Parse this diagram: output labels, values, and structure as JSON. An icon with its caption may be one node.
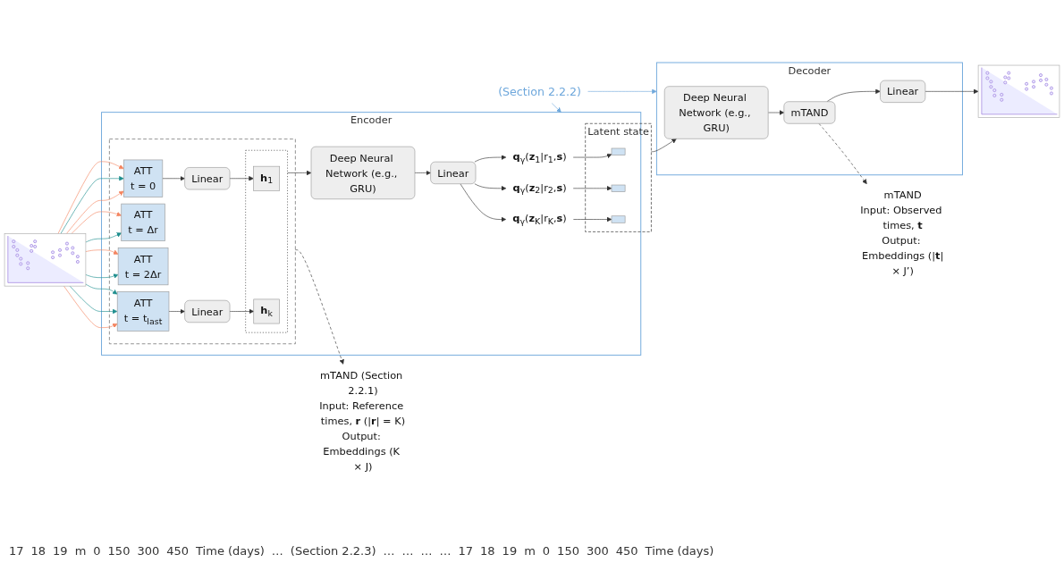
{
  "diagram": {
    "nodes": [
      {
        "text": [],
        "shape": "picture"
      },
      {
        "text": [
          "Encoder"
        ]
      },
      {
        "text": [],
        "shape": "box",
        "in": 1
      },
      {
        "text": [
          "ATT",
          "t = 0"
        ],
        "in": 2
      },
      {
        "text": [
          "ATT",
          "t = Δr"
        ],
        "in": 2
      },
      {
        "text": [
          "ATT",
          "t = 2Δr"
        ],
        "in": 2
      },
      {
        "text": [
          "ATT",
          "t = t$_{last}$"
        ],
        "in": 2
      },
      {
        "text": [
          "Linear"
        ],
        "in": 2
      },
      {
        "text": [
          "Linear"
        ],
        "in": 2
      },
      {
        "text": [],
        "shape": "box",
        "in": 2
      },
      {
        "text": [
          "**h**$_{1}$"
        ],
        "in": 9
      },
      {
        "text": [
          "**h**$_{k}$"
        ],
        "in": 9
      },
      {
        "text": [
          "Deep Neural Network (e.g., GRU)"
        ],
        "in": 1
      },
      {
        "text": [
          "Linear"
        ],
        "in": 1
      },
      {
        "text": [
          "**q**$_{γ}$(**z**$_{1}$|r$_{1}$,**s**)"
        ],
        "in": 1
      },
      {
        "text": [
          "**q**$_{γ}$(**z**$_{2}$|r$_{2}$,**s**)"
        ],
        "in": 1
      },
      {
        "text": [
          "**q**$_{γ}$(**z**$_{K}$|r$_{K}$,**s**)"
        ],
        "in": 1
      },
      {
        "text": [
          "Latent state"
        ],
        "in": 1
      },
      {
        "text": [],
        "shape": "box",
        "in": 17
      },
      {
        "text": [],
        "shape": "box",
        "in": 17
      },
      {
        "text": [],
        "shape": "box",
        "in": 17
      },
      {
        "text": [
          "mTAND (Section 2.2.1)",
          "Input: Reference times, **r** (|**r**| = K)",
          "Output: Embeddings (K × J)"
        ]
      },
      {
        "text": [
          "Decoder"
        ]
      },
      {
        "text": [
          "Deep Neural Network (e.g., GRU)"
        ],
        "in": 22
      },
      {
        "text": [
          "mTAND"
        ],
        "in": 22
      },
      {
        "text": [
          "Linear"
        ],
        "in": 22
      },
      {
        "text": [
          "mTAND",
          "Input: Observed times, **t**",
          "Output: Embeddings (|**t**|× J’)"
        ]
      },
      {
        "text": [],
        "shape": "picture"
      },
      {
        "text": [
          "(Section 2.2.2)"
        ]
      }
    ],
    "edges": [
      {
        "from": 0,
        "to": 3,
        "arrow": "to",
        "color": "#f4845f"
      },
      {
        "from": 0,
        "to": 3,
        "arrow": "to",
        "color": "#1f8f8f"
      },
      {
        "from": 0,
        "to": 3,
        "arrow": "to",
        "color": "#f4845f"
      },
      {
        "from": 0,
        "to": 4,
        "arrow": "to",
        "color": "#1f8f8f"
      },
      {
        "from": 0,
        "to": 4,
        "arrow": "to",
        "color": "#f4845f"
      },
      {
        "from": 0,
        "to": 5,
        "arrow": "to",
        "color": "#1f8f8f"
      },
      {
        "from": 0,
        "to": 5,
        "arrow": "to",
        "color": "#f4845f"
      },
      {
        "from": 0,
        "to": 6,
        "arrow": "to",
        "color": "#f4845f"
      },
      {
        "from": 0,
        "to": 6,
        "arrow": "to",
        "color": "#1f8f8f"
      },
      {
        "from": 0,
        "to": 6,
        "arrow": "to",
        "color": "#1f8f8f"
      },
      {
        "from": 3,
        "to": 7,
        "arrow": "to"
      },
      {
        "from": 6,
        "to": 8,
        "arrow": "to"
      },
      {
        "from": 7,
        "to": 10,
        "arrow": "to"
      },
      {
        "from": 8,
        "to": 11,
        "arrow": "to"
      },
      {
        "from": 9,
        "to": 12,
        "arrow": "to"
      },
      {
        "from": 12,
        "to": 13,
        "arrow": "to"
      },
      {
        "from": 13,
        "to": 14,
        "arrow": "to"
      },
      {
        "from": 13,
        "to": 15,
        "arrow": "to"
      },
      {
        "from": 13,
        "to": 16,
        "arrow": "to"
      },
      {
        "from": 14,
        "to": 18,
        "arrow": "to"
      },
      {
        "from": 15,
        "to": 19,
        "arrow": "to"
      },
      {
        "from": 16,
        "to": 20,
        "arrow": "to"
      },
      {
        "from": 2,
        "to": 21,
        "arrow": "to",
        "style": "dashed"
      },
      {
        "from": 17,
        "to": 23,
        "arrow": "to"
      },
      {
        "from": 23,
        "to": 24,
        "arrow": "to"
      },
      {
        "from": 24,
        "to": 25,
        "arrow": "to"
      },
      {
        "from": 24,
        "to": 26,
        "arrow": "to",
        "style": "dashed"
      },
      {
        "from": 25,
        "to": 27,
        "arrow": "to"
      },
      {
        "from": 28,
        "to": 1,
        "arrow": "to",
        "color": "#6fa8dc"
      },
      {
        "from": 28,
        "to": 22,
        "arrow": "to",
        "color": "#6fa8dc"
      }
    ],
    "labels": [
      "17",
      "18",
      "19",
      "m",
      "0",
      "150",
      "300",
      "450",
      "Time (days)",
      "…",
      "(Section 2.2.3)",
      "…",
      "…",
      "…",
      "…",
      "17",
      "18",
      "19",
      "m",
      "0",
      "150",
      "300",
      "450",
      "Time (days)"
    ]
  }
}
